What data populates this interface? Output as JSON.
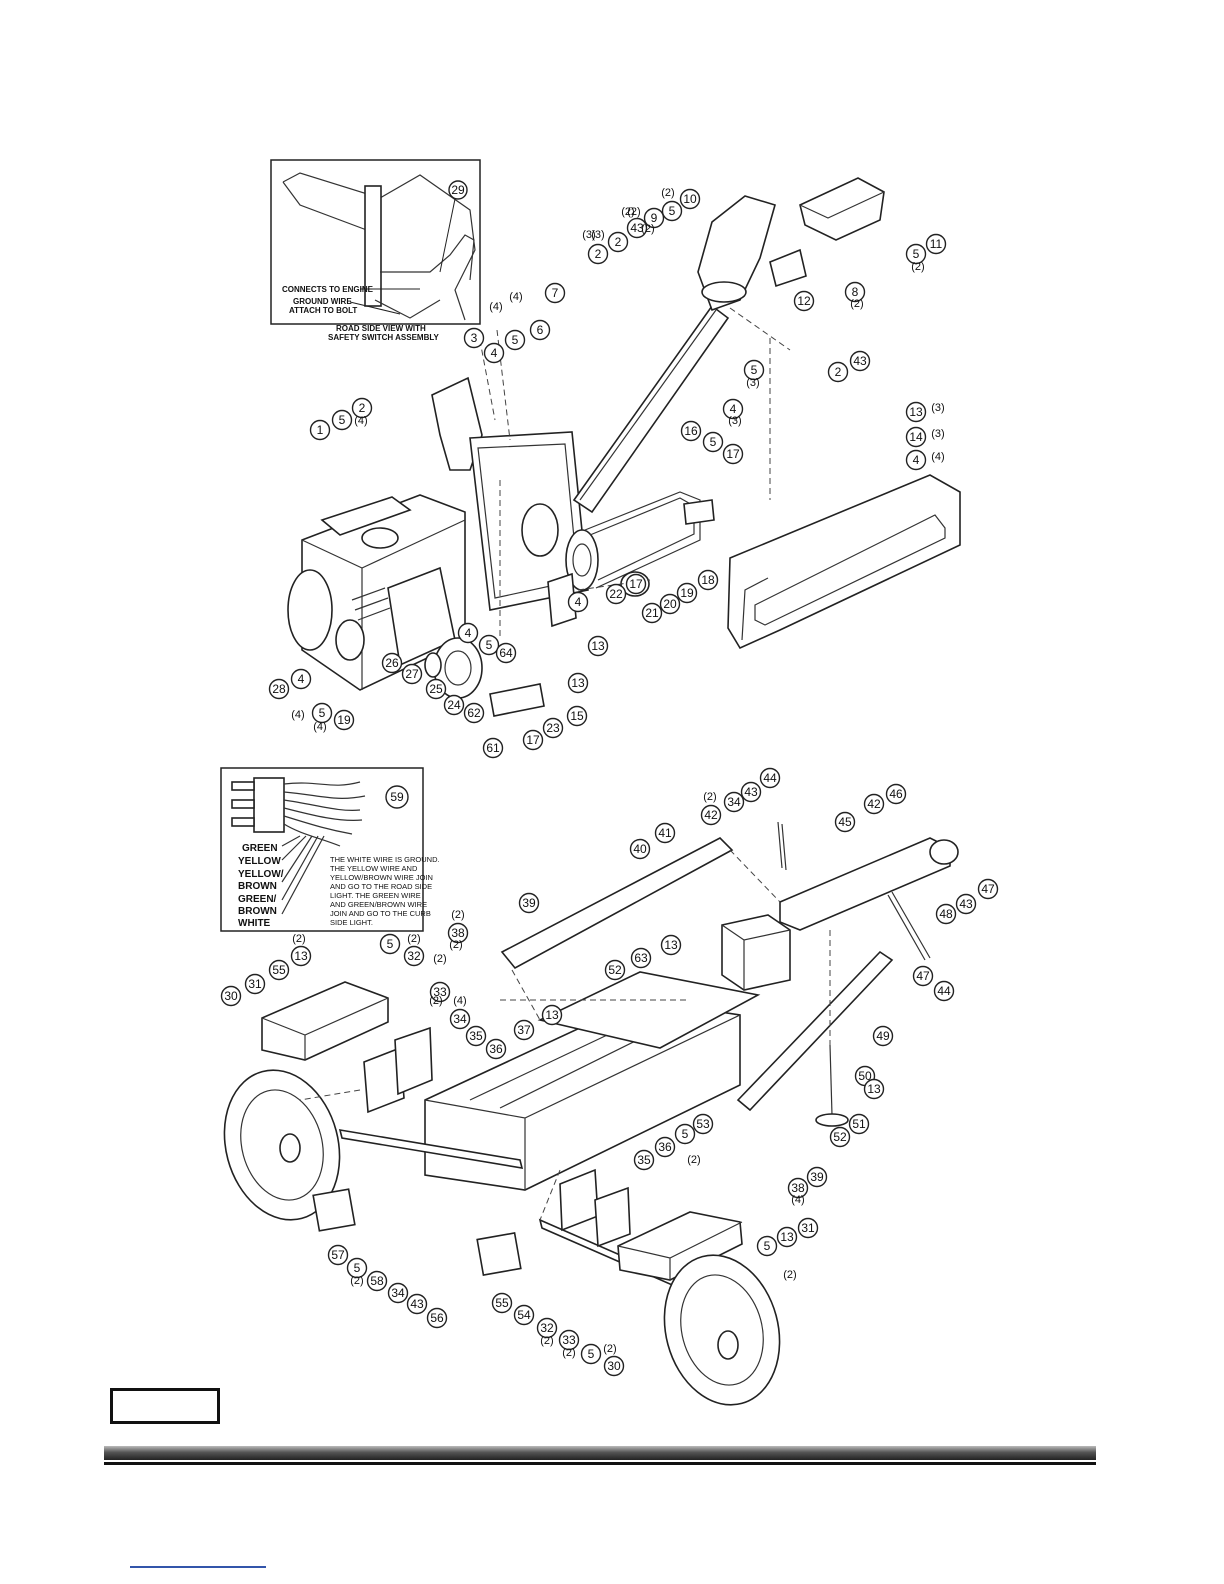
{
  "inset_safety": {
    "callout": "29",
    "labels": [
      "CONNECTS TO ENGINE",
      "GROUND WIRE",
      "ATTACH TO BOLT"
    ],
    "caption": [
      "ROAD SIDE VIEW WITH",
      "SAFETY SWITCH ASSEMBLY"
    ]
  },
  "inset_wiring": {
    "callout": "59",
    "wires": [
      "GREEN",
      "YELLOW",
      "YELLOW/",
      "BROWN",
      "GREEN/",
      "BROWN",
      "WHITE"
    ],
    "note": [
      "THE WHITE WIRE IS GROUND.",
      "THE YELLOW WIRE AND",
      "YELLOW/BROWN WIRE JOIN",
      "AND GO TO THE ROAD SIDE",
      "LIGHT. THE GREEN WIRE",
      "AND GREEN/BROWN WIRE",
      "JOIN AND GO TO THE CURB",
      "SIDE LIGHT."
    ]
  },
  "upper_callouts": [
    "1",
    "5",
    "2",
    "3",
    "4",
    "5",
    "6",
    "7",
    "2",
    "2",
    "43",
    "9",
    "5",
    "10",
    "11",
    "5",
    "8",
    "12",
    "43",
    "2",
    "5",
    "4",
    "16",
    "5",
    "17",
    "13",
    "14",
    "4",
    "18",
    "19",
    "20",
    "21",
    "17",
    "22",
    "4",
    "13",
    "13",
    "4",
    "5",
    "64",
    "28",
    "4",
    "5",
    "19",
    "26",
    "27",
    "25",
    "24",
    "62",
    "61",
    "17",
    "23",
    "15"
  ],
  "upper_qty": [
    "(2)",
    "(4)",
    "(4)",
    "(4)",
    "(3)",
    "(2)",
    "(2)",
    "(2)",
    "(2)",
    "(2)",
    "(3)",
    "(3)",
    "(3)",
    "(3)",
    "(3)",
    "(4)",
    "(4)",
    "(4)"
  ],
  "lower_callouts": [
    "30",
    "31",
    "55",
    "13",
    "5",
    "32",
    "33",
    "34",
    "35",
    "36",
    "38",
    "39",
    "40",
    "41",
    "42",
    "34",
    "43",
    "44",
    "45",
    "46",
    "42",
    "47",
    "43",
    "48",
    "44",
    "47",
    "52",
    "63",
    "13",
    "13",
    "37",
    "53",
    "5",
    "36",
    "35",
    "49",
    "50",
    "13",
    "51",
    "52",
    "39",
    "38",
    "57",
    "5",
    "58",
    "34",
    "43",
    "56",
    "55",
    "54",
    "32",
    "33",
    "5",
    "30",
    "31",
    "13",
    "5"
  ],
  "lower_qty": [
    "(2)",
    "(2)",
    "(2)",
    "(2)",
    "(4)",
    "(2)",
    "(2)",
    "(4)",
    "(2)",
    "(2)",
    "(2)",
    "(2)",
    "(2)",
    "(2)",
    "(2)"
  ]
}
